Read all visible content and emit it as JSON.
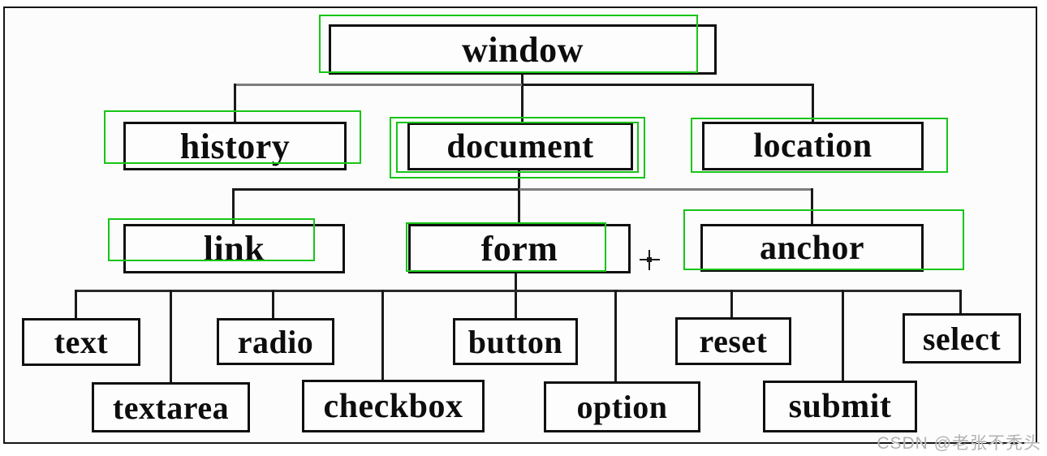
{
  "diagram": {
    "title_hint": "browser DOM object hierarchy tree",
    "nodes": {
      "window": "window",
      "history": "history",
      "document": "document",
      "location": "location",
      "link": "link",
      "form": "form",
      "anchor": "anchor",
      "text": "text",
      "radio": "radio",
      "button": "button",
      "reset": "reset",
      "select": "select",
      "textarea": "textarea",
      "checkbox": "checkbox",
      "option": "option",
      "submit": "submit"
    },
    "hierarchy": {
      "window": [
        "history",
        "document",
        "location"
      ],
      "document": [
        "link",
        "form",
        "anchor"
      ],
      "form": [
        "text",
        "textarea",
        "radio",
        "checkbox",
        "button",
        "option",
        "reset",
        "submit",
        "select"
      ]
    },
    "annotations": {
      "green_boxed_nodes": [
        "window",
        "history",
        "document",
        "location",
        "link",
        "form",
        "anchor"
      ],
      "double_green_boxed_node": "document"
    }
  },
  "colors": {
    "annotation_green": "#17c517",
    "line": "#1a1a1a",
    "watermark_gray": "#b2b2b2"
  },
  "watermark": "CSDN @老张不秃头"
}
